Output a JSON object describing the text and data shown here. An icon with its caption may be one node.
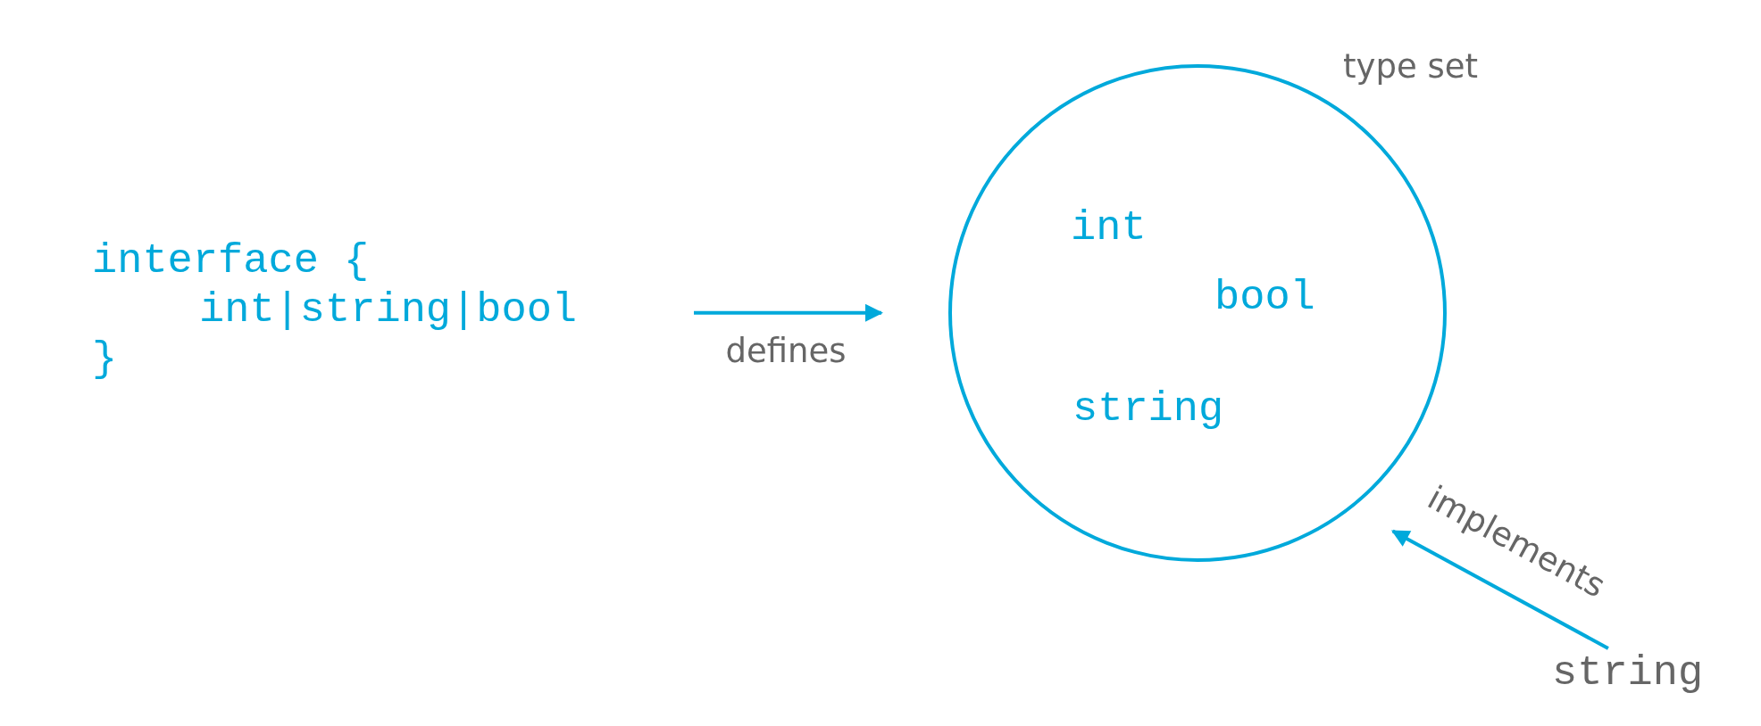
{
  "diagram": {
    "nodes": [
      {
        "text": [
          "interface {",
          "int|string|bool",
          "}"
        ]
      },
      {
        "text": [
          "type set",
          "int",
          "bool",
          "string"
        ]
      },
      {
        "text": [
          "string"
        ]
      }
    ],
    "edges": [
      {
        "from": 0,
        "to": 1,
        "arrow": "to",
        "label": "defines"
      },
      {
        "from": 2,
        "to": 1,
        "arrow": "to",
        "label": "implements"
      }
    ]
  }
}
